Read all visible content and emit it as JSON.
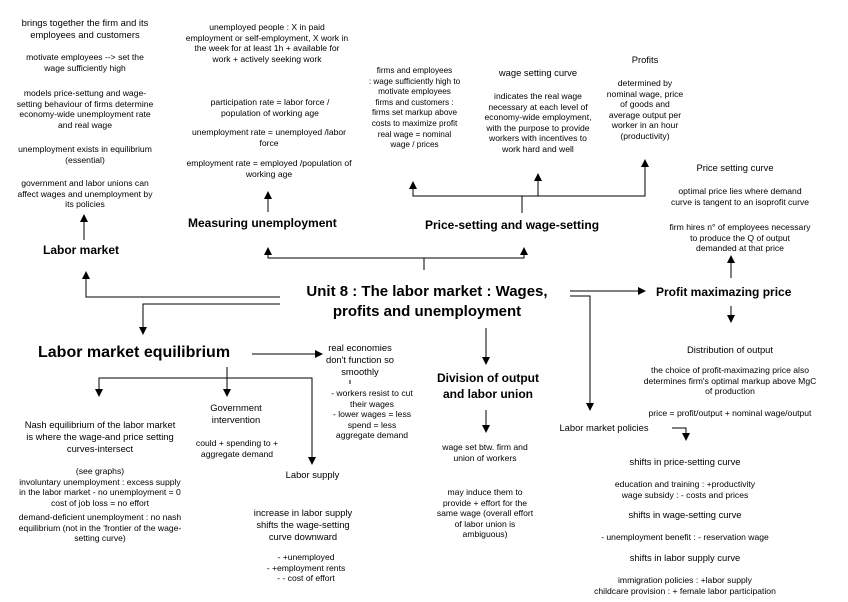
{
  "central": {
    "title": "Unit 8 : The labor market : Wages,\nprofits and unemployment"
  },
  "labor_market": {
    "heading": "Labor market",
    "intro": "brings together the firm and its\nemployees and customers",
    "points": [
      "motivate employees --> set the\nwage sufficiently high",
      "models price-settung and wage-\nsetting behaviour of firms determine\neconomy-wide unemployment rate\nand real wage",
      "unemployment exists in equilibrium\n(essential)",
      "government and labor unions can\naffect wages and unemployment by\nits policies"
    ]
  },
  "measuring": {
    "heading": "Measuring unemployment",
    "points": [
      "unemployed people : X in paid\nemployment or self-employment, X work in\nthe week for at least 1h + available for\nwork + actively seeking work",
      "participation rate = labor force /\npopulation of working age",
      "unemployment rate = unemployed /labor\nforce",
      "employment rate = employed /population of\nworking age"
    ]
  },
  "price_wage": {
    "heading": "Price-setting and wage-setting",
    "firms": "firms and employees\n: wage sufficiently high to\nmotivate employees\nfirms and customers :\nfirms set markup above\ncosts to maximize profit\nreal wage = nominal\nwage / prices",
    "wsc_title": "wage setting curve",
    "wsc_text": "indicates the real wage\nnecessary at each level of\neconomy-wide employment,\nwith the purpose to provide\nworkers with incentives to\nwork hard and well",
    "profits_title": "Profits",
    "profits_text": "determined by\nnominal wage, price\nof goods and\naverage output per\nworker in an hour\n(productivity)"
  },
  "profit_max": {
    "heading": "Profit maximazing price",
    "psc_title": "Price setting curve",
    "psc_text": "optimal price lies where demand\ncurve is tangent to an isoprofit curve",
    "firm_hires": "firm hires n° of employees necessary\nto produce the Q of output\ndemanded at that price",
    "dist_title": "Distribution of output",
    "dist_text": "the choice of profit-maximazing price also\ndetermines firm's optimal markup above MgC\nof production",
    "price_formula": "price = profit/output + nominal wage/output"
  },
  "equilibrium": {
    "heading": "Labor market equilibrium",
    "real_econ": "real economies\ndon't function so\nsmoothly",
    "real_econ_points": "- workers resist to cut\ntheir wages\n- lower wages = less\nspend = less\naggregate demand",
    "nash": "Nash equilibrium of the labor market\nis where the wage-and price setting\ncurves-intersect",
    "nash_points": "(see graphs)\ninvoluntary unemployment : excess supply\nin the labor market - no unemployment = 0\ncost of job loss = no effort",
    "demand_deficient": "demand-deficient unemployment : no nash\nequilibrium (not in the 'frontier of the wage-\nsetting curve)",
    "gov_title": "Government\nintervention",
    "gov_text": "could + spending to +\naggregate demand",
    "supply_title": "Labor supply",
    "supply_text": "increase in labor supply\nshifts the wage-setting\ncurve downward",
    "supply_points": "- +unemployed\n- +employment rents\n- - cost of effort"
  },
  "division": {
    "heading": "Division of output\nand labor union",
    "point1": "wage set btw. firm and\nunion of workers",
    "point2": "may induce them to\nprovide + effort for the\nsame wage (overall effort\nof labor union is\nambiguous)"
  },
  "policies": {
    "heading": "Labor market policies",
    "shift_price": "shifts in price-setting curve",
    "shift_price_text": "education and training : +productivity\nwage subsidy : - costs and prices",
    "shift_wage": "shifts in wage-setting curve",
    "shift_wage_text": "- unemployment benefit : - reservation wage",
    "shift_supply": "shifts in labor supply curve",
    "shift_supply_text": "immigration policies : +labor supply\nchildcare provision : + female labor participation"
  }
}
